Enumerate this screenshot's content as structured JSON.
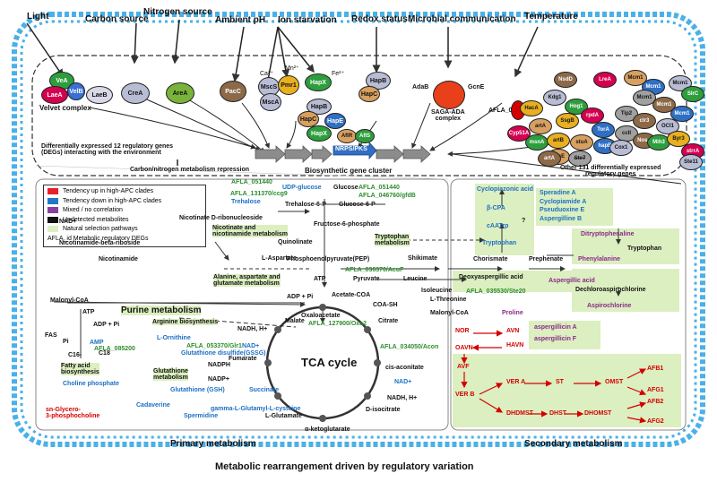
{
  "signals": [
    "Light",
    "Carbon source",
    "Nitrogen source",
    "Ambient pH",
    "Ion starvation",
    "Redox status",
    "Microbial communication",
    "Temperature"
  ],
  "ions": [
    "Ca²⁺",
    "Mn²⁺",
    "Fe²⁺"
  ],
  "velvet": {
    "proteins": [
      "VeA",
      "LaeA",
      "VelB",
      "LaeB"
    ],
    "label": "Velvet complex"
  },
  "regulators": {
    "crea": "CreA",
    "area": "AreA",
    "pacc": "PacC",
    "mscs": "MscS",
    "pmr1": "Pmr1",
    "msca": "MscA",
    "hapx": "HapX",
    "hapb": "HapB",
    "hapc": "HapC",
    "hapc2": "HapC",
    "hapb2": "HapB",
    "hapx2": "HapX",
    "hape": "HapE",
    "adab": "AdaB",
    "gcne": "GcnE",
    "afla037820": "AFLA_037820",
    "aflr": "AflR",
    "afls": "AflS"
  },
  "saga_label": "SAGA-ADA\ncomplex",
  "degs_label": "Differentially expressed 12 regulatory genes\n(DEGs) interacting with the environment",
  "repression_label": "Carbon/nitrogen metabolism repression",
  "cluster": {
    "nrps": "NRPS/PKS",
    "label": "Biosynthetic gene cluster"
  },
  "right_blobs": [
    "NsdD",
    "Kdg1",
    "Hog1",
    "SsgB",
    "LreA",
    "Mcm1",
    "Mcm1",
    "Mcm1",
    "Mcm1",
    "Mcm1",
    "SlrC",
    "HacA",
    "rpdA",
    "artA",
    "TorA",
    "Tip2",
    "clr3",
    "OCI1",
    "msnA",
    "artB",
    "Cyp51A",
    "stuA",
    "hapB",
    "ccII",
    "NosA",
    "Cox1",
    "Mih3",
    "Byr3",
    "strrA",
    "chsE",
    "Mcm1",
    "Ste7",
    "artA",
    "Ste11"
  ],
  "right_note": "Other 131 differentially expressed\nregulatory genes",
  "ellipsis": ".......",
  "legend": [
    {
      "color": "#e8202a",
      "label": "Tendency up in high-APC clades"
    },
    {
      "color": "#1f78c8",
      "label": "Tendency down in high-APC clades"
    },
    {
      "color": "#8a3fa0",
      "label": "Mixed / no correlation"
    },
    {
      "color": "#111111",
      "label": "Undetected metabolites"
    },
    {
      "color": "#dcefc0",
      "label": "Natural selection pathways"
    },
    {
      "color": "",
      "label": "AFLA_id    Metabolic regulatory DEGs"
    }
  ],
  "primary": {
    "afla051440": "AFLA_051440",
    "udp_glucose": "UDP-glucose",
    "glucose": "Glucose",
    "afla051440b": "AFLA_051440",
    "afla046760": "AFLA_046760/gfdB",
    "afla131370": "AFLA_131370/ccg9",
    "trehalose": "Trehalose",
    "trehalose6p": "Trehalose-6-P",
    "glucose6p": "Glucose-6-P",
    "nicotinate_dribo": "Nicotinate D-ribonucleoside",
    "nad_plus": "NAD+",
    "nicotinate_path": "Nicotinate and\nnicotinamide metabolism",
    "quinolinate": "Quinolinate",
    "fructose6p": "Fructose-6-phosphate",
    "tryptophan_met": "Tryptophan\nmetabolism",
    "nmn": "Nicotinamide-beta-riboside",
    "laspartate": "L-Aspartate",
    "pep": "Phosphoenolpyruvate(PEP)",
    "shikimate": "Shikimate",
    "nicotinamide": "Nicotinamide",
    "ala_path": "Alanine, aspartate and\nglutamate metabolism",
    "afla036370": "AFLA_036370/AcuF",
    "atp": "ATP",
    "pyruvate": "Pyruvate",
    "leucine": "Leucine",
    "malonyl": "Malonyl-CoA",
    "adp_pi": "ADP + Pi",
    "acetyl": "Acetate-COA",
    "atp2": "ATP",
    "adp_pi2": "ADP + Pi",
    "fas": "FAS",
    "pi": "Pi",
    "amp": "AMP",
    "c16": "C16-",
    "c18": "C18",
    "afla085200": "AFLA_085200",
    "purine": "Purine metabolism",
    "arginine": "Arginine biosynthesis",
    "lornithine": "L-Ornithine",
    "afla053370": "AFLA_053370/Glr1",
    "gssg": "Glutathione disulfide(GSSG)",
    "nadph": "NADPH",
    "nadp": "NADP+",
    "glutathione_met": "Glutathione\nmetabolism",
    "gsh": "Glutathione (GSH)",
    "fatty": "Fatty acid\nbiosynthesis",
    "choline": "Choline phosphate",
    "cadaverine": "Cadaverine",
    "spermidine": "Spermidine",
    "gglu": "gamma-L-Glutamyl-L-cysteine",
    "lglutamate": "L-Glutamate",
    "sn": "sn-Glycero-\n3-phosphocholine",
    "malate": "Malate",
    "nadh": "NADH, H+",
    "fumarate": "Fumarate",
    "nad2": "NAD+",
    "succinate": "Succinate",
    "oxaloacetate": "Oxaloacetate",
    "afla127900": "AFLA_127900/Oxa2",
    "coash": "COA-SH",
    "citrate": "Citrate",
    "afla034050": "AFLA_034050/Acon",
    "cisaco": "cis-aconitate",
    "nad3": "NAD+",
    "nadh2": "NADH, H+",
    "disocitrate": "D-isocitrate",
    "akg": "α-ketoglutarate",
    "tca": "TCA cycle"
  },
  "secondary": {
    "cpa": "Cyclopiazonic acid",
    "bcpa": "β-CPA",
    "caatrp": "cAATrp",
    "tryptophan": "Tryptophan",
    "q": "?",
    "speradine": "Speradine A",
    "cyclopiamide": "Cyclopiamide A",
    "pseudo": "Pseuduoxine E",
    "aspergilline": "Aspergilline B",
    "ditrypto": "Ditryptophenaline",
    "tryptophan2": "Tryptophan",
    "chorismate": "Chorismate",
    "prephenate": "Prephenate",
    "phenylalanine": "Phenylalanine",
    "deoxy": "Deoxyaspergillic acid",
    "aspergillic": "Aspergillic acid",
    "isoleucine": "Isoleucine",
    "lthreonine": "L-Threonine",
    "afla035530": "AFLA_035530/Ste20",
    "dechloro": "Dechloroaspirochlorine",
    "aspirochlorine": "Aspirochlorine",
    "proline": "Proline",
    "aspergillicin_a": "aspergillicin A",
    "aspergillicin_f": "aspergillicin F",
    "nor": "NOR",
    "avn": "AVN",
    "havn": "HAVN",
    "oavn": "OAVN",
    "avf": "AVF",
    "vera": "VER A",
    "st": "ST",
    "omst": "OMST",
    "afb1": "AFB1",
    "afg1": "AFG1",
    "verb": "VER B",
    "dhdmst": "DHDMST",
    "dhst": "DHST",
    "dhomst": "DHOMST",
    "afb2": "AFB2",
    "afg2": "AFG2",
    "malonyl2": "Malonyl-CoA"
  },
  "section_labels": {
    "primary": "Primary metabolism",
    "secondary": "Secondary metabolism",
    "bottom": "Metabolic rearrangement driven by regulatory variation"
  }
}
